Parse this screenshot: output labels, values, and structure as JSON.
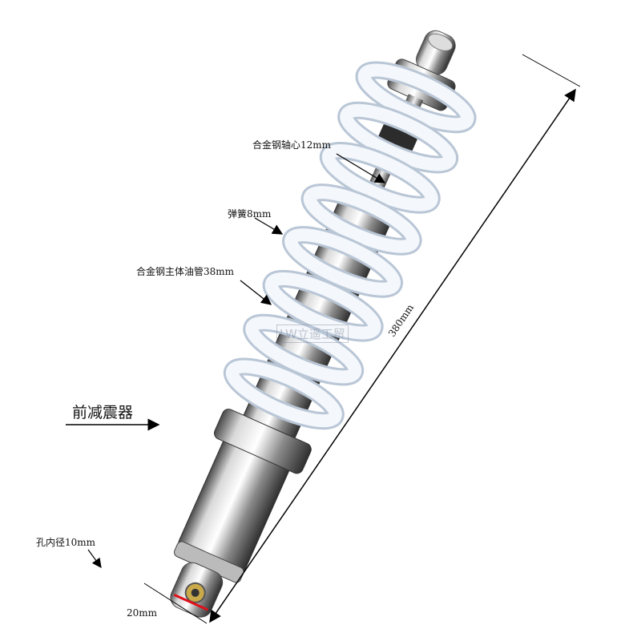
{
  "product": {
    "name": "前减震器",
    "labels": {
      "shaft": "合金钢轴心12mm",
      "spring": "弹簧8mm",
      "tube": "合金钢主体油管38mm",
      "hole": "孔内径10mm",
      "width": "20mm",
      "length": "380mm"
    },
    "watermark": "LW立遥工贸"
  },
  "colors": {
    "spring": "#f4f7fb",
    "spring_shade": "#b9c6d6",
    "chrome_light": "#f2f2f2",
    "chrome_dark": "#3a3a3a",
    "arrow": "#000000",
    "width_mark": "#e0101a"
  }
}
